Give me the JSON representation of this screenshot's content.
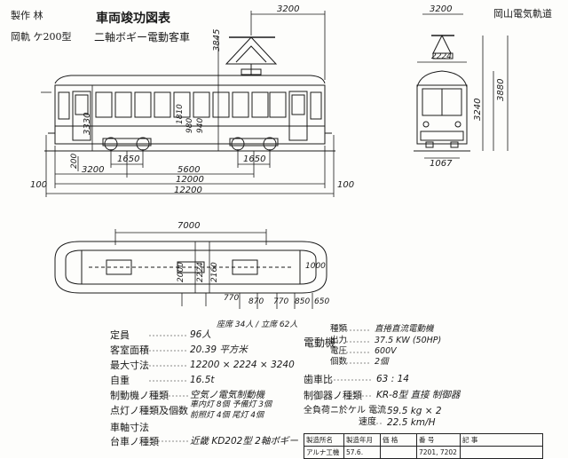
{
  "header": {
    "maker": "製作 林",
    "series_code": "岡軌 ケ200型",
    "title": "車両竣功図表",
    "subtitle": "二軸ボギー電動客車",
    "company": "岡山電気軌道"
  },
  "dimensions": {
    "pantograph_to_end": "3200",
    "overall_height": "3845",
    "body_height_left": "3330",
    "floor_height": "1810",
    "window_band": "980",
    "lower_panel": "940",
    "step": "200",
    "bogie_wheelbase_left": "1650",
    "bogie_wheelbase_right": "1650",
    "overhang_left": "3200",
    "bogie_centers": "5600",
    "over_body": "12000",
    "over_all": "12200",
    "end_left": "100",
    "end_right": "100",
    "end_panto_span": "3200",
    "end_width_top": "2224",
    "end_height": "3880",
    "end_roof": "3240",
    "end_gauge": "1067",
    "plan_length": "7000",
    "plan_width": "2224",
    "plan_width2": "2160",
    "plan_seat1": "770",
    "plan_seat2": "870",
    "plan_seat3": "770",
    "plan_seat4": "850",
    "plan_seat5": "650",
    "plan_inner": "2000",
    "plan_end": "1000"
  },
  "specs_left": [
    {
      "label": "定員",
      "value": "96人",
      "note": "座席 34人 / 立席 62人"
    },
    {
      "label": "客室面積",
      "value": "20.39 平方米",
      "note": ""
    },
    {
      "label": "最大寸法",
      "value": "12200 × 2224 × 3240",
      "note": ""
    },
    {
      "label": "自重",
      "value": "16.5t",
      "note": ""
    },
    {
      "label": "制動機ノ種類",
      "value": "空気ノ電気制動機",
      "note": ""
    },
    {
      "label": "点灯ノ種類及個数",
      "value": "車内灯 8個  予備灯 3個",
      "note": "前照灯 4個  尾灯 4個"
    },
    {
      "label": "車軸寸法",
      "value": "",
      "note": ""
    },
    {
      "label": "台車ノ種類",
      "value": "近畿 KD202型  2軸ボギー",
      "note": ""
    }
  ],
  "motor": {
    "heading": "電動機",
    "rows": [
      {
        "label": "種類",
        "value": "直捲直流電動機"
      },
      {
        "label": "出力",
        "value": "37.5 KW (50HP)"
      },
      {
        "label": "電圧",
        "value": "600V"
      },
      {
        "label": "個数",
        "value": "2個"
      }
    ]
  },
  "specs_right": [
    {
      "label": "歯車比",
      "value": "63 : 14"
    },
    {
      "label": "制御器ノ種類",
      "value": "KR-8型 直接 制御器"
    },
    {
      "label": "全負荷ニ於ケル 電流",
      "value": "59.5 kg × 2"
    },
    {
      "label": "速度",
      "value": "22.5 km/H"
    }
  ],
  "record_table": {
    "headers": [
      "製造所名",
      "製造年月",
      "価 格",
      "番 号",
      "記 事"
    ],
    "row": [
      "アルナ工機",
      "57.6.",
      "",
      "7201, 7202",
      ""
    ]
  }
}
